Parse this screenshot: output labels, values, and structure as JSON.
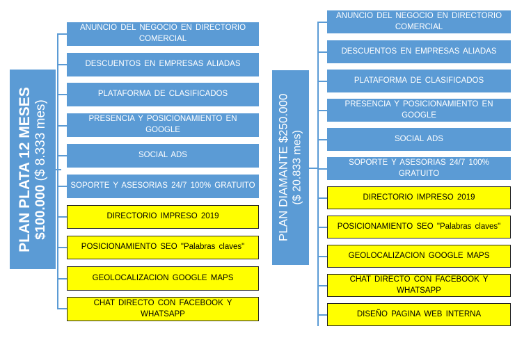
{
  "plans": [
    {
      "title": "PLAN PLATA 12 MESES",
      "price": "$100.000",
      "monthly": "($ 8.333 mes)",
      "items": [
        {
          "label": "ANUNCIO DEL NEGOCIO EN DIRECTORIO COMERCIAL",
          "style": "blue"
        },
        {
          "label": "DESCUENTOS  EN EMPRESAS ALIADAS",
          "style": "blue"
        },
        {
          "label": "PLATAFORMA  DE CLASIFICADOS",
          "style": "blue"
        },
        {
          "label": "PRESENCIA Y POSICIONAMIENTO  EN GOOGLE",
          "style": "blue"
        },
        {
          "label": "SOCIAL  ADS",
          "style": "blue"
        },
        {
          "label": "SOPORTE Y ASESORIAS  24/7 100% GRATUITO",
          "style": "blue"
        },
        {
          "label": "DIRECTORIO IMPRESO 2019",
          "style": "yellow"
        },
        {
          "label": "POSICIONAMIENTO  SEO \"Palabras claves\"",
          "style": "yellow"
        },
        {
          "label": "GEOLOCALIZACION  GOOGLE  MAPS",
          "style": "yellow"
        },
        {
          "label": "CHAT DIRECTO CON FACEBOOK  Y WHATSAPP",
          "style": "yellow"
        }
      ]
    },
    {
      "title": "PLAN DIAMANTE $250.000",
      "monthly": "($ 20.833 mes)",
      "items": [
        {
          "label": "ANUNCIO  DEL NEGOCIO  EN DIRECTORIO COMERCIAL",
          "style": "blue"
        },
        {
          "label": "DESCUENTOS  EN EMPRESAS ALIADAS",
          "style": "blue"
        },
        {
          "label": "PLATAFORMA  DE CLASIFICADOS",
          "style": "blue"
        },
        {
          "label": "PRESENCIA  Y POSICIONAMIENTO  EN GOOGLE",
          "style": "blue"
        },
        {
          "label": "SOCIAL  ADS",
          "style": "blue"
        },
        {
          "label": "SOPORTE Y ASESORIAS 24/7 100% GRATUITO",
          "style": "blue"
        },
        {
          "label": "DIRECTORIO IMPRESO 2019",
          "style": "yellow"
        },
        {
          "label": "POSICIONAMIENTO  SEO \"Palabras claves\"",
          "style": "yellow"
        },
        {
          "label": "GEOLOCALIZACION  GOOGLE  MAPS",
          "style": "yellow"
        },
        {
          "label": "CHAT DIRECTO CON FACEBOOK  Y WHATSAPP",
          "style": "yellow"
        },
        {
          "label": "DISEÑO PAGINA WEB INTERNA",
          "style": "yellow"
        }
      ]
    }
  ],
  "colors": {
    "blue": "#5b9bd5",
    "yellow": "#ffff00",
    "border": "#222222"
  }
}
